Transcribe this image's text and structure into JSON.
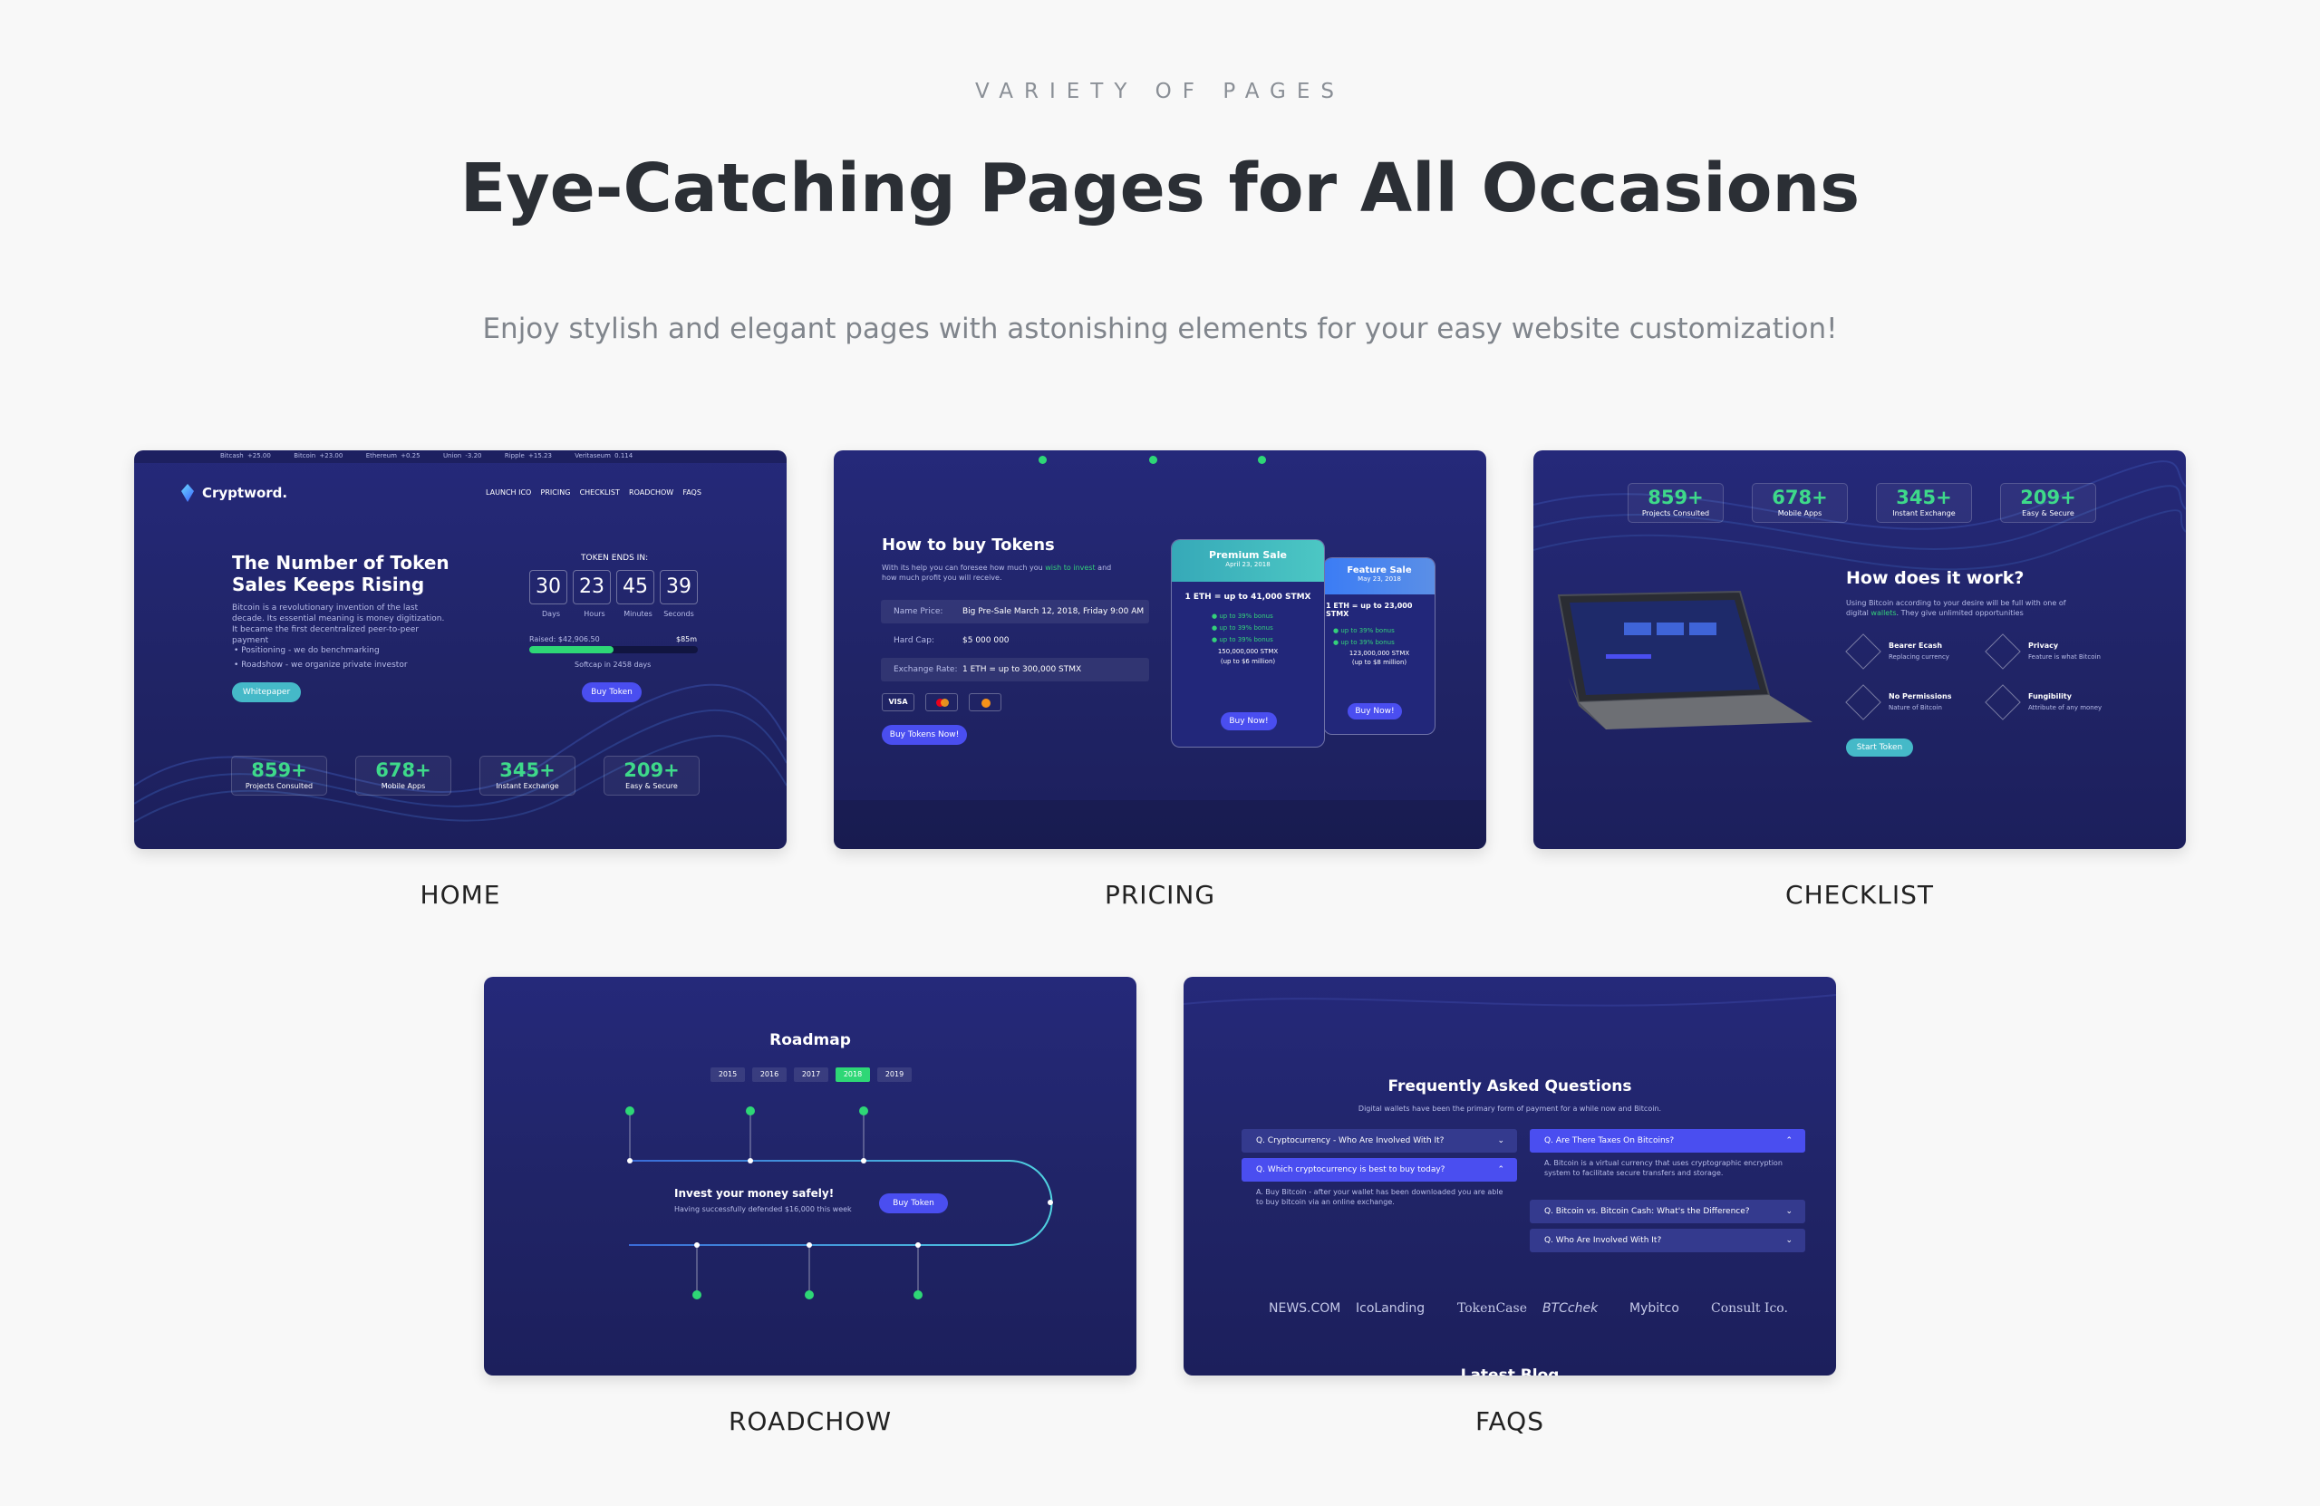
{
  "header": {
    "eyebrow": "VARIETY OF PAGES",
    "title": "Eye-Catching Pages for All Occasions",
    "subtitle": "Enjoy stylish and elegant pages with astonishing elements for your easy website customization!"
  },
  "colors": {
    "page_bg": "#f8f8f8",
    "card_bg": "#23287a",
    "accent_green": "#34d07a",
    "accent_blue": "#4a4ef0",
    "accent_teal": "#45b9c8"
  },
  "cards": {
    "home": {
      "caption": "HOME",
      "ticker": [
        "Bitcash +25.00",
        "Bitcoin +23.00",
        "Ethereum +0.25",
        "Union -3.20",
        "Ripple +15.23",
        "Veritaseum 0.114"
      ],
      "logo": "Cryptword.",
      "nav": [
        "LAUNCH ICO",
        "PRICING",
        "CHECKLIST",
        "ROADCHOW",
        "FAQS"
      ],
      "hero_title_1": "The Number of Token",
      "hero_title_2": "Sales Keeps Rising",
      "hero_text": "Bitcoin is a revolutionary invention of the last decade. Its essential meaning is money digitization. It became the first decentralized peer-to-peer payment",
      "bullets": [
        "Positioning - we do benchmarking",
        "Roadshow - we organize private investor"
      ],
      "whitepaper": "Whitepaper",
      "token_ends": "TOKEN ENDS IN:",
      "countdown": [
        {
          "v": "30",
          "l": "Days"
        },
        {
          "v": "23",
          "l": "Hours"
        },
        {
          "v": "45",
          "l": "Minutes"
        },
        {
          "v": "39",
          "l": "Seconds"
        }
      ],
      "raised": "Raised: $42,906.50",
      "raised_goal": "$85m",
      "raised_progress": 0.5,
      "softcap": "Softcap in 2458 days",
      "buy": "Buy Token",
      "stats": [
        {
          "n": "859+",
          "l": "Projects Consulted"
        },
        {
          "n": "678+",
          "l": "Mobile Apps"
        },
        {
          "n": "345+",
          "l": "Instant Exchange"
        },
        {
          "n": "209+",
          "l": "Easy & Secure"
        }
      ]
    },
    "pricing": {
      "caption": "PRICING",
      "title": "How to buy Tokens",
      "text_a": "With its help you can foresee how much you ",
      "text_b": "wish to invest",
      "text_c": "and how much profit you will receive.",
      "rows": [
        {
          "k": "Name Price:",
          "v": "Big Pre-Sale March 12, 2018, Friday 9:00 AM"
        },
        {
          "k": "Hard Cap:",
          "v": "$5 000 000"
        },
        {
          "k": "Exchange Rate:",
          "v": "1 ETH = up to 300,000 STMX"
        }
      ],
      "payments": [
        "VISA",
        "MC",
        "BTC"
      ],
      "buy_now": "Buy Tokens Now!",
      "premium": {
        "title": "Premium Sale",
        "date": "April 23, 2018",
        "rate": "1 ETH = up to 41,000 STMX",
        "bonus": [
          "up to 39% bonus",
          "up to 39% bonus",
          "up to 39% bonus"
        ],
        "supply": "150,000,000 STMX",
        "cap": "(up to $6 million)",
        "btn": "Buy Now!"
      },
      "feature": {
        "title": "Feature Sale",
        "date": "May 23, 2018",
        "rate": "1 ETH = up to 23,000 STMX",
        "bonus": [
          "up to 39% bonus",
          "up to 39% bonus"
        ],
        "supply": "123,000,000 STMX",
        "cap": "(up to $8 million)",
        "btn": "Buy Now!"
      }
    },
    "checklist": {
      "caption": "CHECKLIST",
      "stats": [
        {
          "n": "859+",
          "l": "Projects Consulted"
        },
        {
          "n": "678+",
          "l": "Mobile Apps"
        },
        {
          "n": "345+",
          "l": "Instant Exchange"
        },
        {
          "n": "209+",
          "l": "Easy & Secure"
        }
      ],
      "title": "How does it work?",
      "text_a": "Using Bitcoin according to your desire will be full with one of digital ",
      "text_b": "wallets",
      "text_c": ". They give unlimited opportunities",
      "features": [
        {
          "t": "Bearer Ecash",
          "d": "Replacing currency"
        },
        {
          "t": "Privacy",
          "d": "Feature is what Bitcoin"
        },
        {
          "t": "No Permissions",
          "d": "Nature of Bitcoin"
        },
        {
          "t": "Fungibility",
          "d": "Attribute of any money"
        }
      ],
      "button": "Start Token"
    },
    "roadmap": {
      "caption": "ROADCHOW",
      "title": "Roadmap",
      "years": [
        "2015",
        "2016",
        "2017",
        "2018",
        "2019"
      ],
      "active_year": "2018",
      "invest_title": "Invest your money safely!",
      "invest_text": "Having successfully defended $16,000 this week",
      "button": "Buy Token"
    },
    "faqs": {
      "caption": "FAQS",
      "title": "Frequently Asked Questions",
      "text": "Digital wallets have been the primary form of payment for a while now and Bitcoin.",
      "left": [
        {
          "q": "Q. Cryptocurrency - Who Are Involved With It?",
          "open": false
        },
        {
          "q": "Q. Which cryptocurrency is best to buy today?",
          "open": true
        }
      ],
      "left_answer": "A. Buy Bitcoin - after your wallet has been downloaded you are able to buy bitcoin via an online exchange.",
      "right": [
        {
          "q": "Q. Are There Taxes On Bitcoins?",
          "open": true
        },
        {
          "q": "Q. Bitcoin vs. Bitcoin Cash: What's the Difference?",
          "open": false
        },
        {
          "q": "Q. Who Are Involved With It?",
          "open": false
        }
      ],
      "right_answer": "A. Bitcoin is a virtual currency that uses cryptographic encryption system to facilitate secure transfers and storage.",
      "logos": [
        "NEWS.COM",
        "IcoLanding",
        "TokenCase",
        "BTCchek",
        "Mybitco",
        "Consult Ico."
      ],
      "latest_blog": "Latest Blog"
    }
  }
}
